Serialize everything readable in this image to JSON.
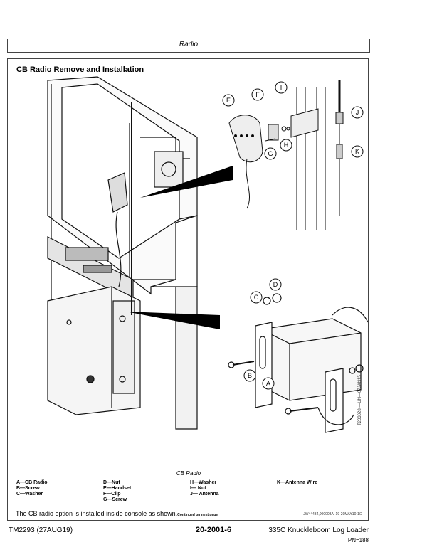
{
  "header": {
    "title": "Radio"
  },
  "section": {
    "title": "CB Radio Remove and Installation"
  },
  "figure": {
    "caption": "CB Radio",
    "id_code": "T203028 —UN—07JAN15",
    "callouts": [
      "A",
      "B",
      "C",
      "D",
      "E",
      "F",
      "G",
      "H",
      "I",
      "J",
      "K"
    ]
  },
  "legend": {
    "col1": [
      "A—CB Radio",
      "B—Screw",
      "C—Washer"
    ],
    "col2": [
      "D—Nut",
      "E—Handset",
      "F—Clip",
      "G—Screw"
    ],
    "col3": [
      "H—Washer",
      "I— Nut",
      "J— Antenna"
    ],
    "col4": [
      "K—Antenna Wire"
    ]
  },
  "body": {
    "text": "The CB radio option is installed inside console as shown.",
    "continued": "Continued on next page",
    "ref": "JW44434,000008A -19-20MAY10-1/2"
  },
  "footer": {
    "left": "TM2293 (27AUG19)",
    "center": "20-2001-6",
    "right": "335C Knuckleboom Log Loader",
    "page_number": "PN=188"
  }
}
